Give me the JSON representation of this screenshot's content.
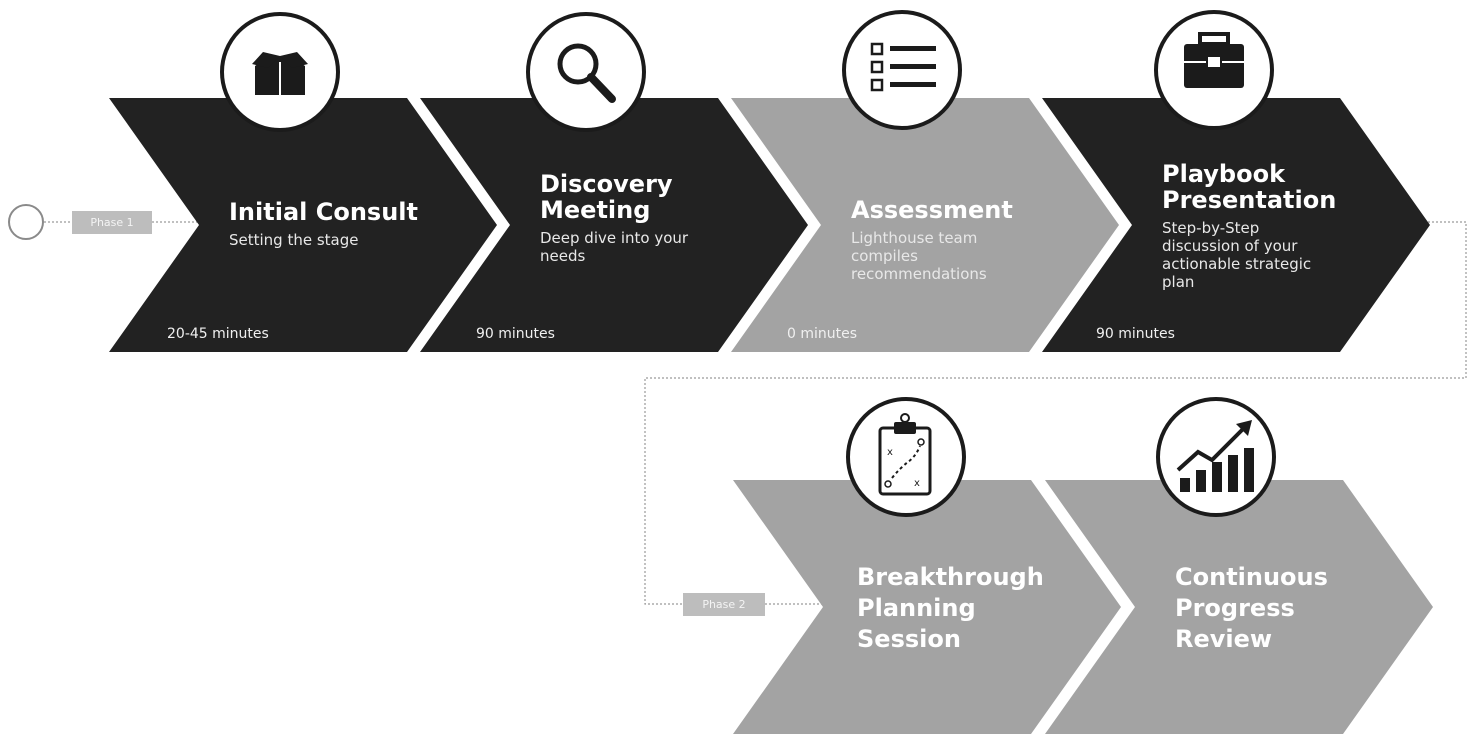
{
  "colors": {
    "dark": "#222222",
    "gray": "#a3a3a3",
    "icon": "#1b1b1b",
    "connector": "#9a9a9a",
    "phase_tag": "#bdbdbd"
  },
  "phases": [
    {
      "label": "Phase 1"
    },
    {
      "label": "Phase 2"
    }
  ],
  "steps": [
    {
      "title": [
        "Initial Consult"
      ],
      "subtitle": [
        "Setting the stage"
      ],
      "duration": "20-45 minutes",
      "icon": "box-icon",
      "tone": "dark"
    },
    {
      "title": [
        "Discovery",
        "Meeting"
      ],
      "subtitle": [
        "Deep dive into your",
        "needs"
      ],
      "duration": "90 minutes",
      "icon": "magnifier-icon",
      "tone": "dark"
    },
    {
      "title": [
        "Assessment"
      ],
      "subtitle": [
        "Lighthouse team",
        "compiles",
        "recommendations"
      ],
      "duration": "0 minutes",
      "icon": "checklist-icon",
      "tone": "gray"
    },
    {
      "title": [
        "Playbook",
        "Presentation"
      ],
      "subtitle": [
        "Step-by-Step",
        "discussion of your",
        "actionable strategic",
        "plan"
      ],
      "duration": "90 minutes",
      "icon": "briefcase-icon",
      "tone": "dark"
    },
    {
      "title": [
        "Breakthrough",
        "Planning",
        "Session"
      ],
      "subtitle": [],
      "duration": "",
      "icon": "clipboard-icon",
      "tone": "gray"
    },
    {
      "title": [
        "Continuous",
        "Progress",
        "Review"
      ],
      "subtitle": [],
      "duration": "",
      "icon": "growth-chart-icon",
      "tone": "gray"
    }
  ]
}
